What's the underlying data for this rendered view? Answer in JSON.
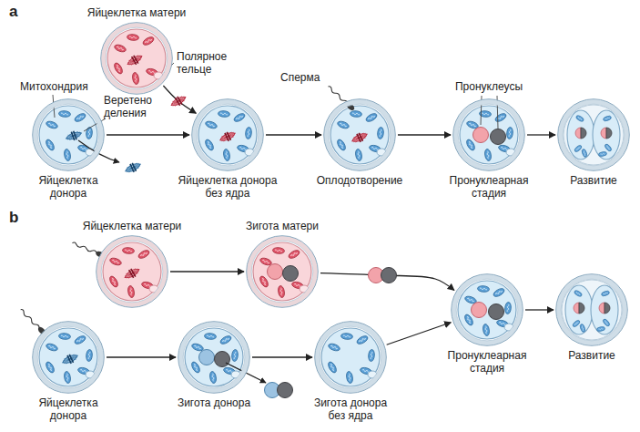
{
  "diagram": {
    "nodes": [
      {
        "text": [
          "Яйцеклетка матери"
        ]
      },
      {
        "text": [
          "Яйцеклетка донора"
        ]
      },
      {
        "text": [
          "Яйцеклетка донора без ядра"
        ]
      },
      {
        "text": [
          "Оплодотворение"
        ]
      },
      {
        "text": [
          "Пронуклеарная стадия"
        ]
      },
      {
        "text": [
          "Развитие"
        ]
      },
      {
        "text": [
          "Яйцеклетка матери"
        ]
      },
      {
        "text": [
          "Зигота матери"
        ]
      },
      {
        "text": [
          "Яйцеклетка донора"
        ]
      },
      {
        "text": [
          "Зигота донора"
        ]
      },
      {
        "text": [
          "Зигота донора без ядра"
        ]
      },
      {
        "text": [
          "Пронуклеарная стадия"
        ]
      },
      {
        "text": [
          "Развитие"
        ]
      }
    ],
    "edges": [
      {
        "from": 1,
        "to": 2,
        "arrow": "to"
      },
      {
        "from": 0,
        "to": 2,
        "arrow": "to"
      },
      {
        "from": 2,
        "to": 3,
        "arrow": "to"
      },
      {
        "from": 3,
        "to": 4,
        "arrow": "to"
      },
      {
        "from": 4,
        "to": 5,
        "arrow": "to"
      },
      {
        "from": 6,
        "to": 7,
        "arrow": "to"
      },
      {
        "from": 7,
        "to": 11,
        "arrow": "to"
      },
      {
        "from": 8,
        "to": 9,
        "arrow": "to"
      },
      {
        "from": 9,
        "to": 10,
        "arrow": "to"
      },
      {
        "from": 10,
        "to": 11,
        "arrow": "to"
      },
      {
        "from": 11,
        "to": 12,
        "arrow": "to"
      }
    ],
    "labels": [
      "a",
      "Полярное тельце",
      "Митохондрия",
      "Веретено деления",
      "Сперма",
      "Пронуклеусы",
      "b"
    ]
  }
}
